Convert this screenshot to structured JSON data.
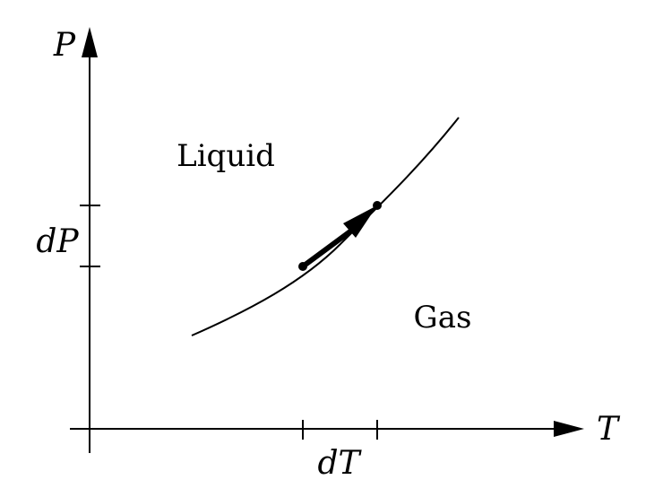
{
  "diagram": {
    "axes": {
      "y_label": "P",
      "x_label": "T",
      "y_interval_label": "dP",
      "x_interval_label": "dT"
    },
    "regions": {
      "upper_left": "Liquid",
      "lower_right": "Gas"
    }
  }
}
